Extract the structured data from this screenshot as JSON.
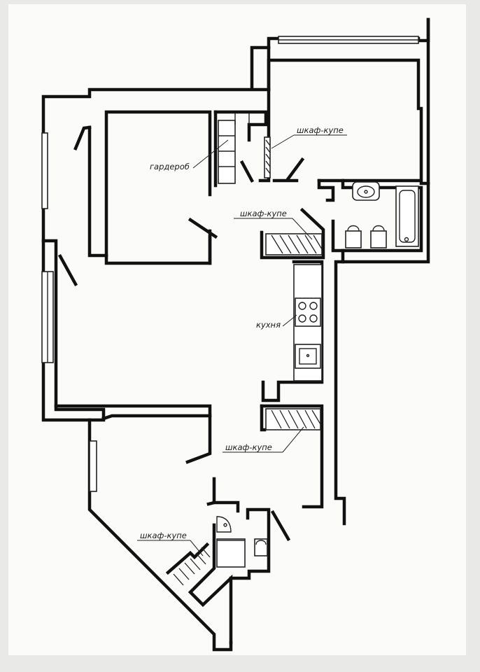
{
  "labels": {
    "garderob": "гардероб",
    "shkaf_top": "шкаф-купе",
    "shkaf_mid": "шкаф-купе",
    "kuhnya": "кухня",
    "shkaf_lower": "шкаф-купе",
    "shkaf_bottom": "шкаф-купе"
  }
}
